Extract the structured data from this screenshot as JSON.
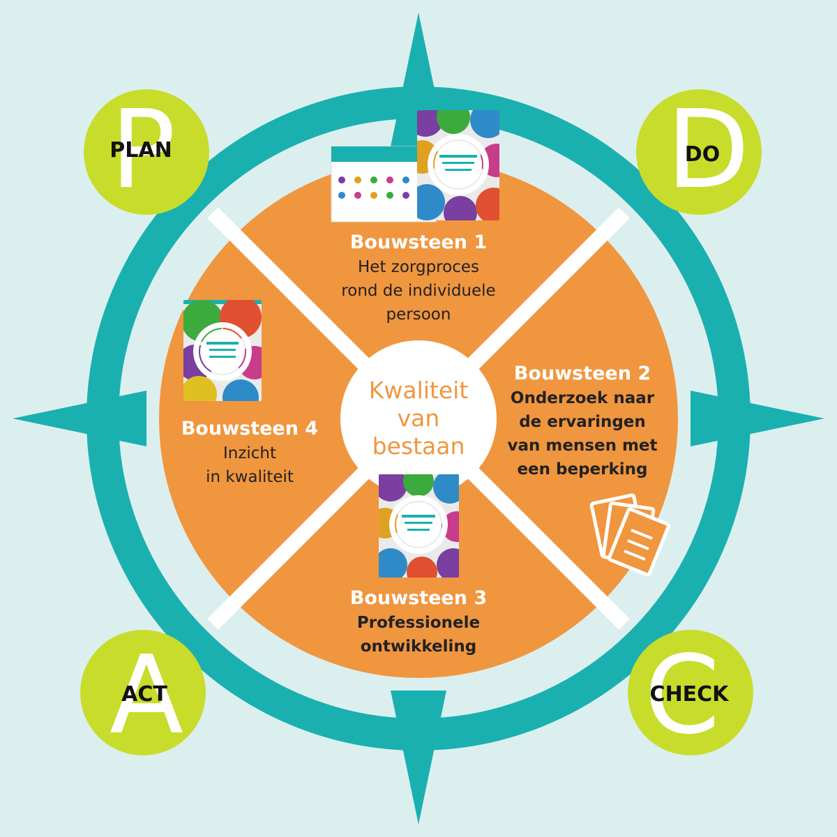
{
  "colors": {
    "background": "#dcefef",
    "teal": "#1ab0b0",
    "orange": "#f0963f",
    "lime": "#c8dc2c",
    "white": "#ffffff"
  },
  "center": {
    "line1": "Kwaliteit",
    "line2": "van",
    "line3": "bestaan"
  },
  "pdca": {
    "plan": {
      "letter": "P",
      "label": "PLAN"
    },
    "do": {
      "letter": "D",
      "label": "DO"
    },
    "check": {
      "letter": "C",
      "label": "CHECK"
    },
    "act": {
      "letter": "A",
      "label": "ACT"
    }
  },
  "blocks": {
    "b1": {
      "title": "Bouwsteen 1",
      "lines": [
        "Het zorgproces",
        "rond de individuele",
        "persoon"
      ]
    },
    "b2": {
      "title": "Bouwsteen 2",
      "lines": [
        "Onderzoek naar",
        "de ervaringen",
        "van mensen met",
        "een beperking"
      ]
    },
    "b3": {
      "title": "Bouwsteen 3",
      "lines": [
        "Professionele",
        "ontwikkeling"
      ]
    },
    "b4": {
      "title": "Bouwsteen 4",
      "lines": [
        "Inzicht",
        "in kwaliteit"
      ]
    }
  },
  "icons": {
    "b1": [
      "book-cover-icon",
      "booklet-cover-icon"
    ],
    "b2": [
      "documents-icon"
    ],
    "b3": [
      "book-cover-icon"
    ],
    "b4": [
      "book-cover-icon"
    ]
  }
}
